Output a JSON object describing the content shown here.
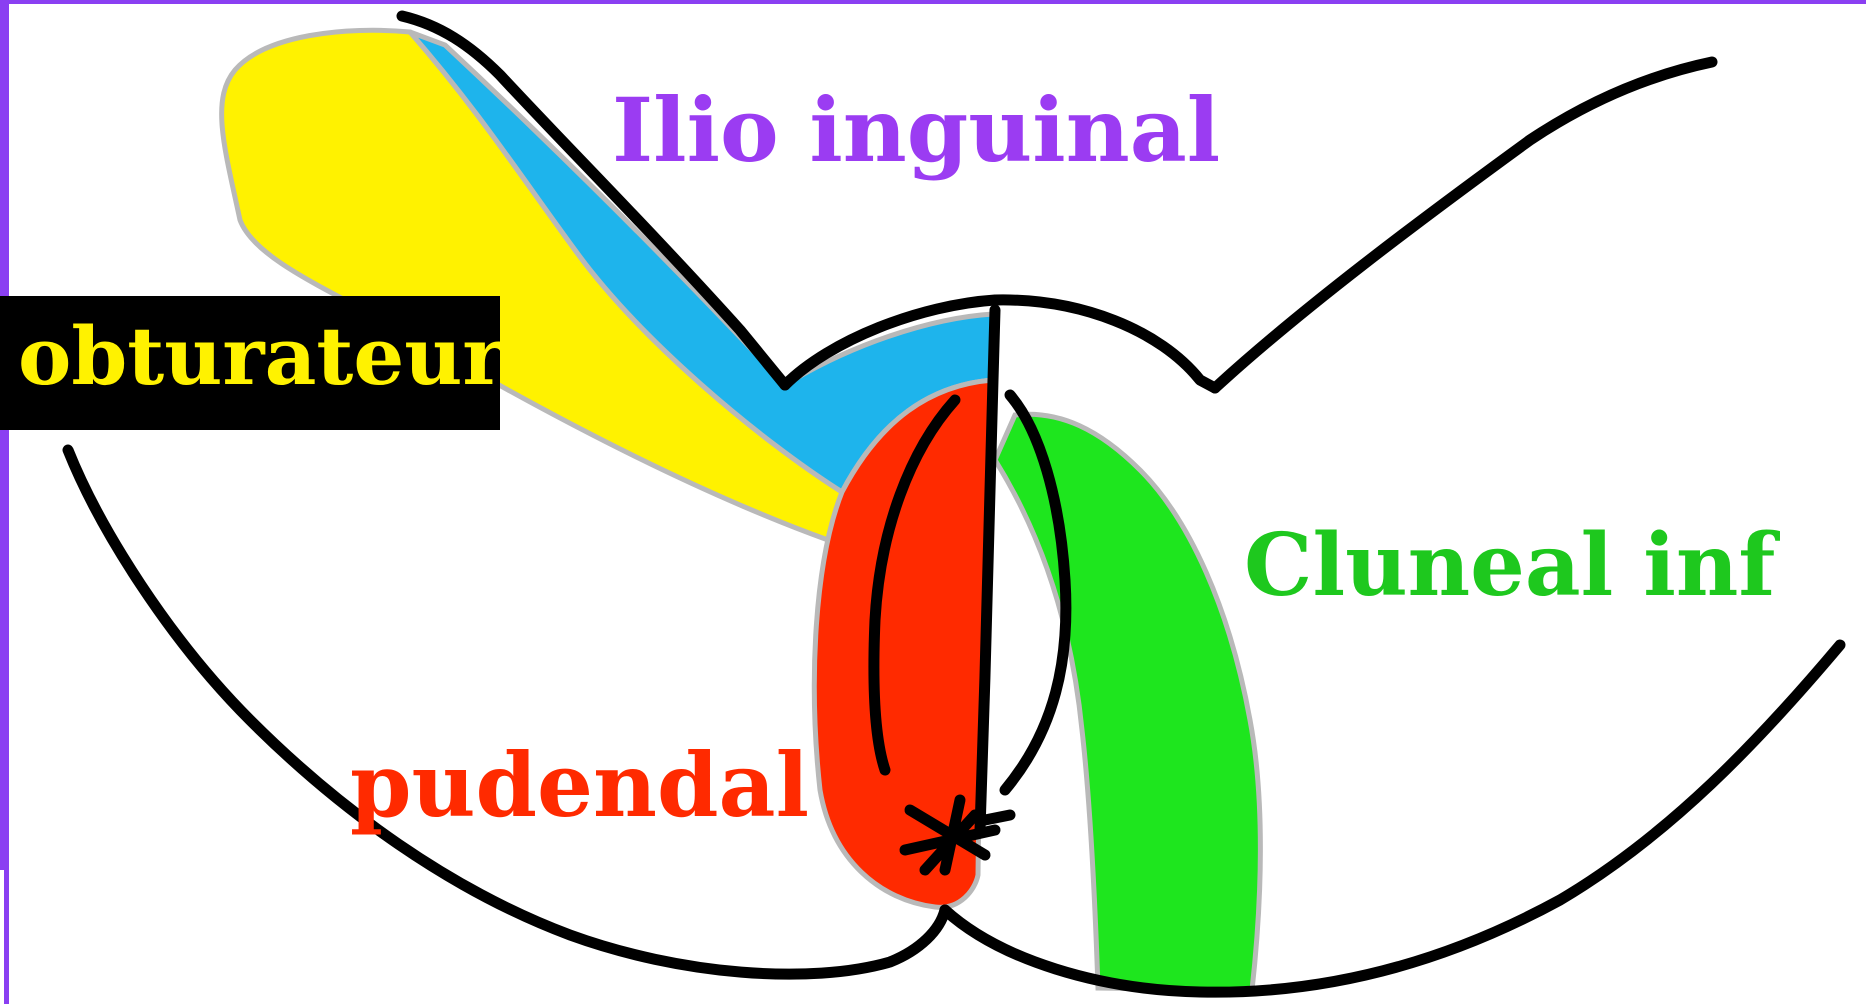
{
  "colors": {
    "frame": "#8a3ff2",
    "ilio_inguinal": "#1eb4ec",
    "obturateur": "#fff200",
    "pudendal": "#ff2a00",
    "cluneal_inf": "#1ee61e",
    "outline": "#000000",
    "label_ilio": "#9b3cf2",
    "label_obturateur": "#fff200",
    "label_obturateur_bg": "#000000",
    "label_cluneal": "#1ec81e",
    "label_pudendal": "#ff2a00"
  },
  "labels": {
    "ilio_inguinal": "Ilio inguinal",
    "obturateur": "obturateur",
    "cluneal_inf": "Cluneal inf",
    "pudendal": "pudendal"
  }
}
